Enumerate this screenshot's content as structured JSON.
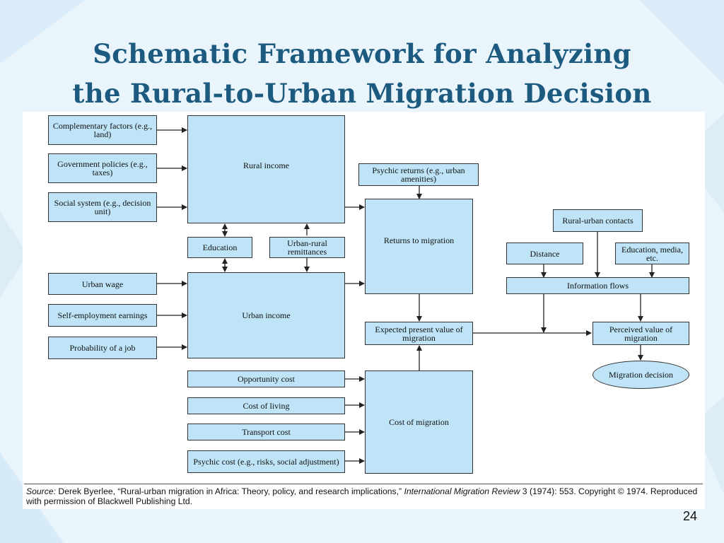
{
  "title": {
    "line1": "Schematic Framework for Analyzing",
    "line2": "the Rural-to-Urban Migration Decision"
  },
  "diagram": {
    "complementary": "Complementary factors (e.g., land)",
    "government": "Government policies (e.g., taxes)",
    "social": "Social system (e.g., decision unit)",
    "rural_income": "Rural income",
    "education": "Education",
    "remittances": "Urban-rural remittances",
    "urban_wage": "Urban wage",
    "self_employment": "Self-employment earnings",
    "probability": "Probability of a job",
    "urban_income": "Urban income",
    "psychic_returns": "Psychic returns (e.g., urban amenities)",
    "returns": "Returns to migration",
    "expected": "Expected present value of migration",
    "opportunity": "Opportunity cost",
    "cost_living": "Cost of living",
    "transport": "Transport cost",
    "psychic_cost": "Psychic cost (e.g., risks, social adjustment)",
    "cost_migration": "Cost of migration",
    "contacts": "Rural-urban contacts",
    "distance": "Distance",
    "edu_media": "Education, media, etc.",
    "info_flows": "Information flows",
    "perceived": "Perceived value of migration",
    "decision": "Migration decision"
  },
  "source": {
    "label": "Source:",
    "text1": " Derek Byerlee, “Rural-urban migration in Africa: Theory, policy, and research implications,” ",
    "journal": "International Migration Review",
    "text2": " 3 (1974): 553. Copyright © 1974. Reproduced with permission of Blackwell Publishing Ltd."
  },
  "page_number": "24",
  "colors": {
    "title": "#1c5a80",
    "box_fill": "#bfe4f8",
    "background": "#eaf4fb"
  }
}
